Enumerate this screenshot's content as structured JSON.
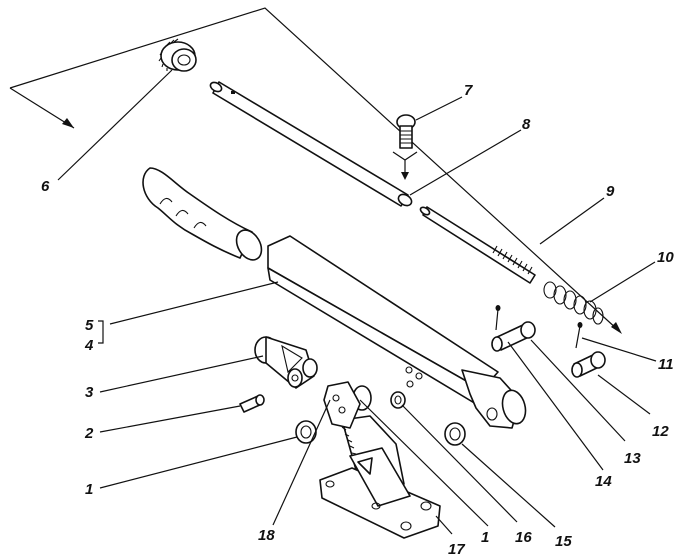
{
  "callouts": {
    "c1a": "1",
    "c1b": "1",
    "c2": "2",
    "c3": "3",
    "c4": "4",
    "c5": "5",
    "c6": "6",
    "c7": "7",
    "c8": "8",
    "c9": "9",
    "c10": "10",
    "c11": "11",
    "c12": "12",
    "c13": "13",
    "c14": "14",
    "c15": "15",
    "c16": "16",
    "c17": "17",
    "c18": "18"
  }
}
